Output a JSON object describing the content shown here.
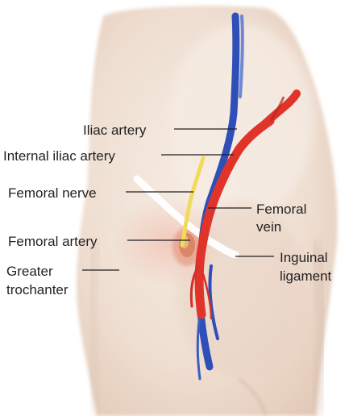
{
  "labels": {
    "iliac_artery": "Iliac artery",
    "internal_iliac_artery": "Internal iliac artery",
    "femoral_nerve": "Femoral nerve",
    "femoral_vein_line1": "Femoral",
    "femoral_vein_line2": "vein",
    "femoral_artery": "Femoral artery",
    "greater_trochanter_line1": "Greater",
    "greater_trochanter_line2": "trochanter",
    "inguinal_ligament_line1": "Inguinal",
    "inguinal_ligament_line2": "ligament"
  },
  "colors": {
    "skin": "#f1e2d6",
    "skin_shadow": "#d9bfae",
    "artery": "#e0342b",
    "vein": "#2f4fb8",
    "nerve": "#f0dc5a",
    "ligament": "#ffffff",
    "leader_line": "#231f20"
  }
}
